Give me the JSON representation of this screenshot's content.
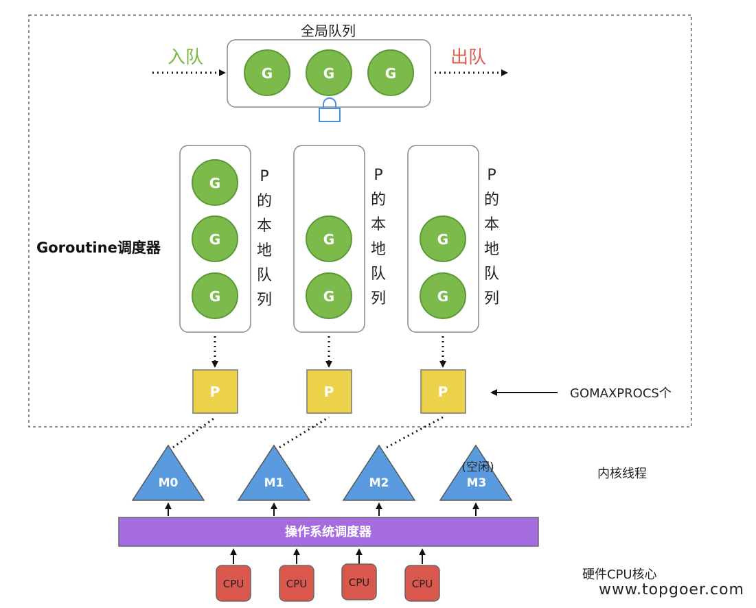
{
  "global_queue": {
    "title": "全局队列",
    "enqueue_label": "入队",
    "dequeue_label": "出队",
    "goroutines": [
      "G",
      "G",
      "G"
    ]
  },
  "scheduler_label": "Goroutine调度器",
  "local_queues": [
    {
      "caption": [
        "P",
        "的",
        "本",
        "地",
        "队",
        "列"
      ],
      "goroutines": [
        "G",
        "G",
        "G"
      ],
      "processor": "P"
    },
    {
      "caption": [
        "P",
        "的",
        "本",
        "地",
        "队",
        "列"
      ],
      "goroutines": [
        "G",
        "G"
      ],
      "processor": "P"
    },
    {
      "caption": [
        "P",
        "的",
        "本",
        "地",
        "队",
        "列"
      ],
      "goroutines": [
        "G",
        "G"
      ],
      "processor": "P"
    }
  ],
  "gomaxprocs_label": "GOMAXPROCS个",
  "threads": [
    {
      "label": "M0",
      "note": ""
    },
    {
      "label": "M1",
      "note": ""
    },
    {
      "label": "M2",
      "note": ""
    },
    {
      "label": "M3",
      "note": "(空闲)"
    }
  ],
  "kernel_thread_label": "内核线程",
  "os_scheduler_label": "操作系统调度器",
  "cpus": [
    "CPU",
    "CPU",
    "CPU",
    "CPU"
  ],
  "hardware_label": "硬件CPU核心",
  "watermark": "www.topgoer.com",
  "colors": {
    "goroutine": "#7cbb4b",
    "processor": "#ecd24a",
    "thread": "#5a9be0",
    "os_scheduler": "#a56ce0",
    "cpu": "#d9574c",
    "enqueue": "#79b843",
    "dequeue": "#e05c4c",
    "lock": "#4a90e2"
  }
}
